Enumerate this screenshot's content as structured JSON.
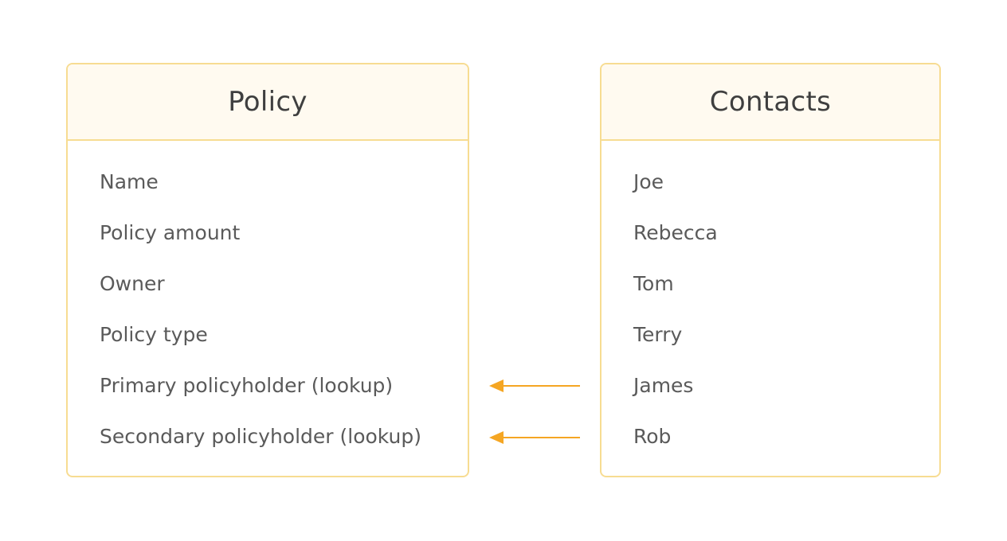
{
  "colors": {
    "border": "#f7dc92",
    "header_background": "#fffaf0",
    "title_text": "#3f3f3f",
    "field_text": "#5a5a5a",
    "arrow": "#f5a623"
  },
  "policy": {
    "title": "Policy",
    "fields": [
      "Name",
      "Policy amount",
      "Owner",
      "Policy type",
      "Primary policyholder (lookup)",
      "Secondary policyholder (lookup)"
    ]
  },
  "contacts": {
    "title": "Contacts",
    "fields": [
      "Joe",
      "Rebecca",
      "Tom",
      "Terry",
      "James",
      "Rob"
    ]
  },
  "relationships": [
    {
      "from": "contacts.fields.4",
      "to": "policy.fields.4"
    },
    {
      "from": "contacts.fields.5",
      "to": "policy.fields.5"
    }
  ]
}
